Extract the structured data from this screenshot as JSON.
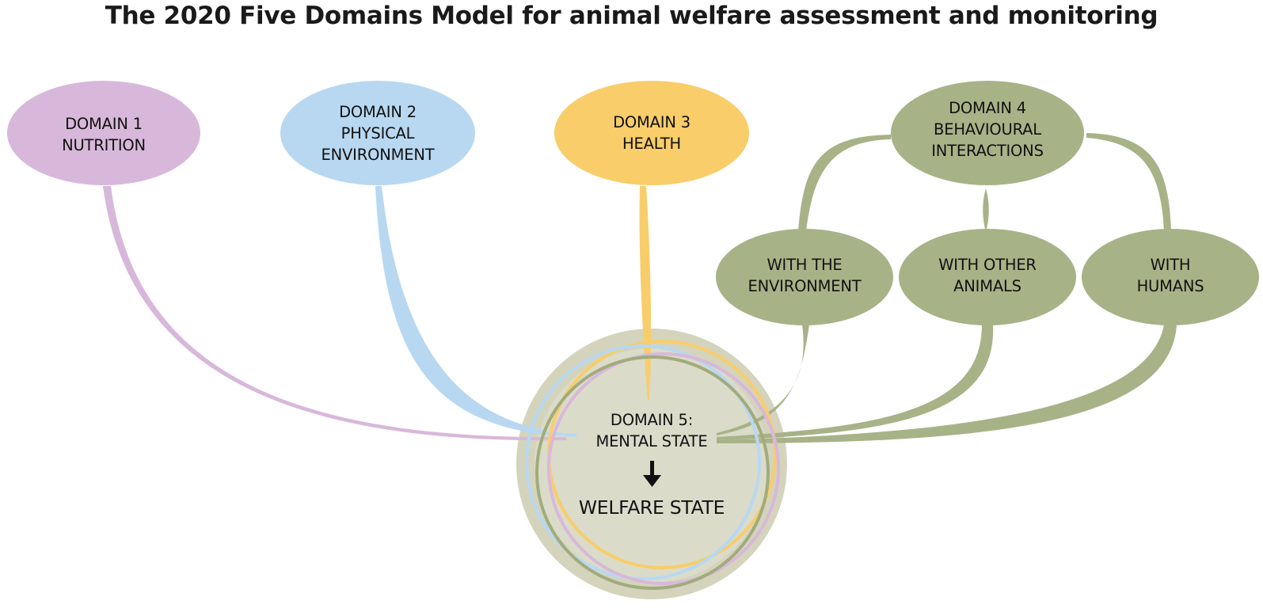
{
  "title": "The 2020 Five Domains Model for animal welfare assessment and monitoring",
  "colors": {
    "nutrition": "#d8b8da",
    "physical_environment": "#b8d8f1",
    "health": "#f8cd6a",
    "behaviour": "#a8b287",
    "mental_state_fill": "#dadbc9",
    "mental_state_outer": "#d4d4bd",
    "inner_ring": "#a1ab7c"
  },
  "nodes": {
    "domain1": {
      "line1": "DOMAIN 1",
      "line2": "NUTRITION"
    },
    "domain2": {
      "line1": "DOMAIN 2",
      "line2": "PHYSICAL",
      "line3": "ENVIRONMENT"
    },
    "domain3": {
      "line1": "DOMAIN 3",
      "line2": "HEALTH"
    },
    "domain4": {
      "line1": "DOMAIN 4",
      "line2": "BEHAVIOURAL",
      "line3": "INTERACTIONS"
    },
    "with_environment": {
      "line1": "WITH THE",
      "line2": "ENVIRONMENT"
    },
    "with_animals": {
      "line1": "WITH OTHER",
      "line2": "ANIMALS"
    },
    "with_humans": {
      "line1": "WITH",
      "line2": "HUMANS"
    },
    "domain5": {
      "line1": "DOMAIN 5:",
      "line2": "MENTAL STATE",
      "outcome": "WELFARE STATE"
    }
  }
}
